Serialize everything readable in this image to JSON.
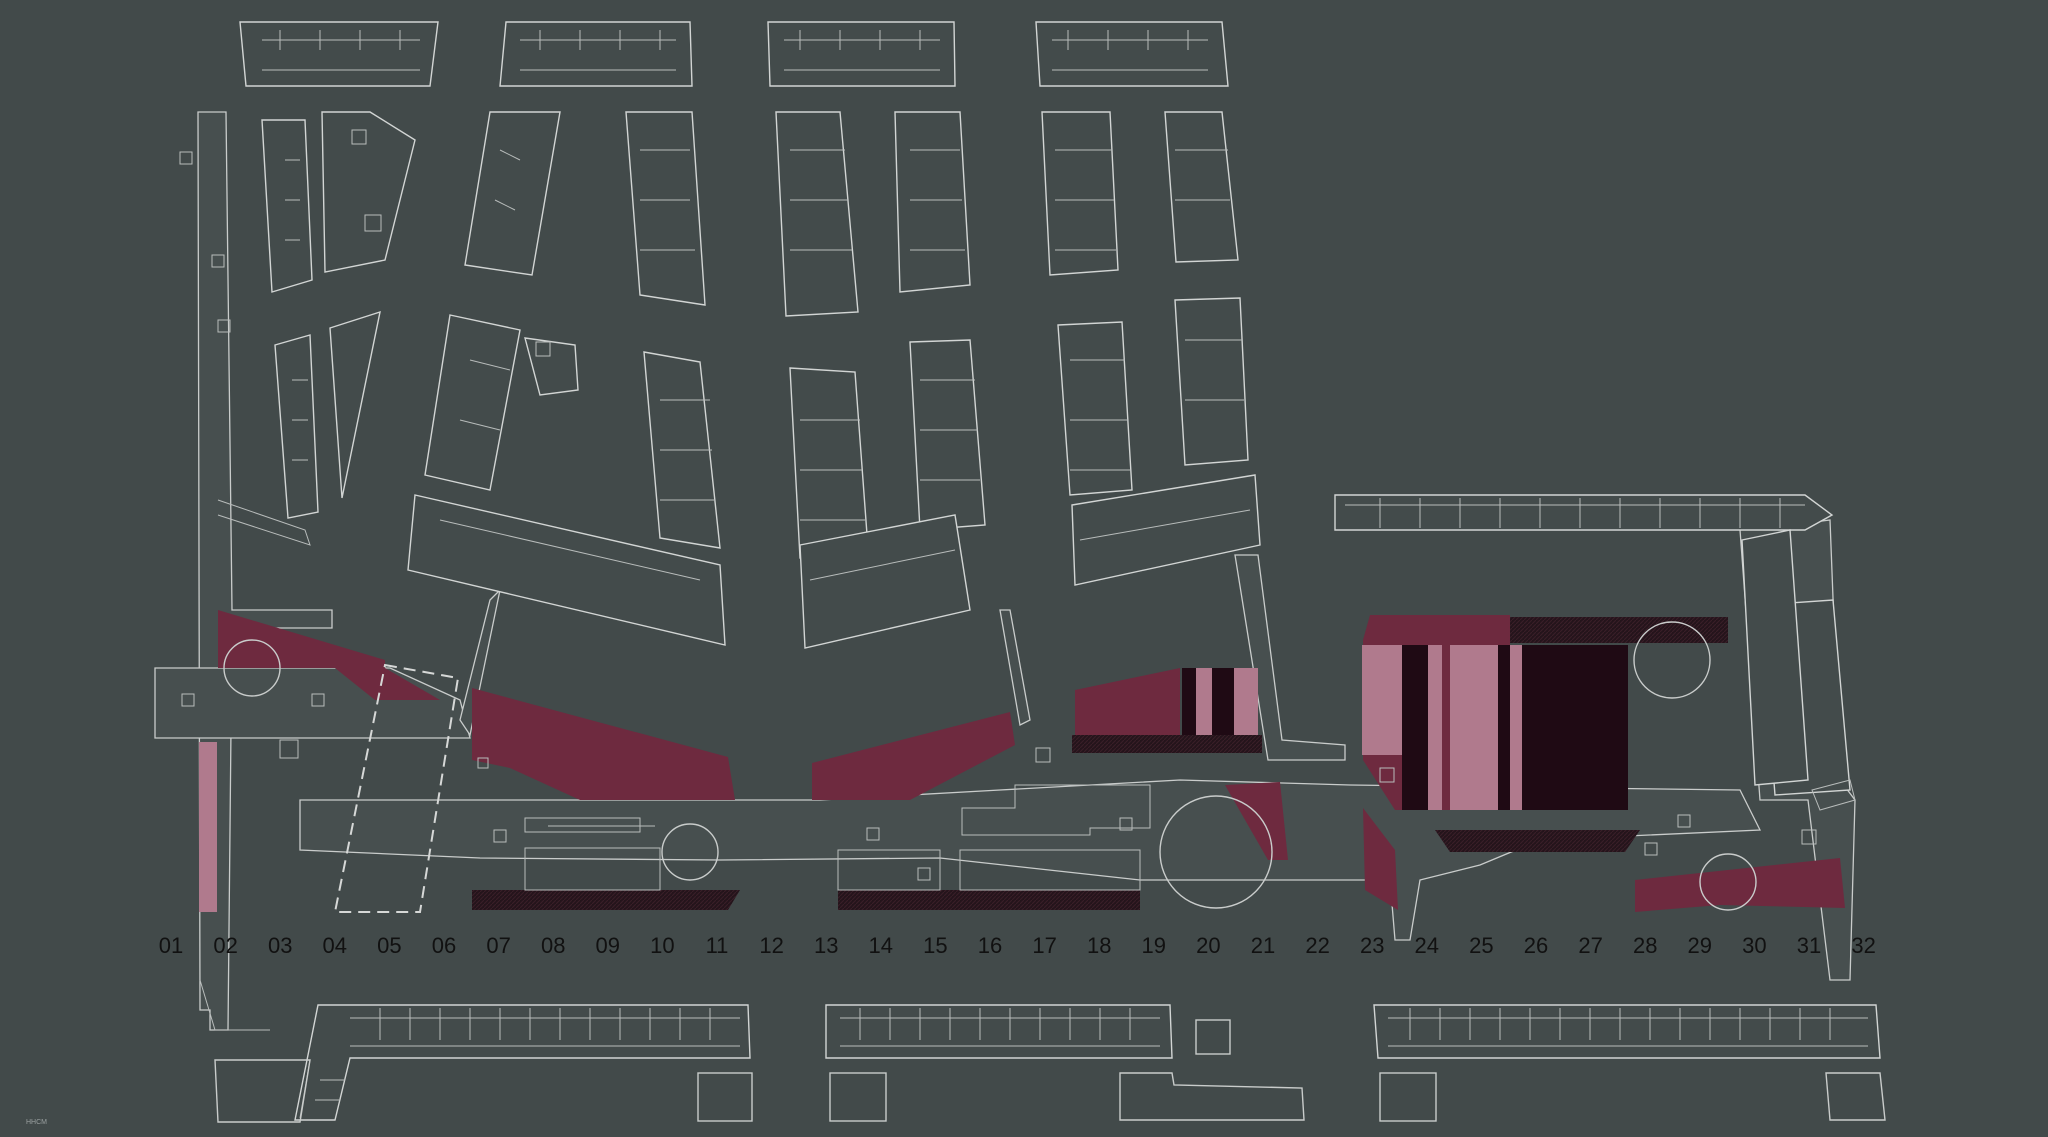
{
  "credit": "HHCM",
  "colors": {
    "background": "#424a4a",
    "linework": "#c9cccb",
    "maroon": "#6e2a3f",
    "rose": "#b07a8d",
    "dark": "#1f0a14"
  },
  "section_labels": [
    "01",
    "02",
    "03",
    "04",
    "05",
    "06",
    "07",
    "08",
    "09",
    "10",
    "11",
    "12",
    "13",
    "14",
    "15",
    "16",
    "17",
    "18",
    "19",
    "20",
    "21",
    "22",
    "23",
    "24",
    "25",
    "26",
    "27",
    "28",
    "29",
    "30",
    "31",
    "32"
  ]
}
